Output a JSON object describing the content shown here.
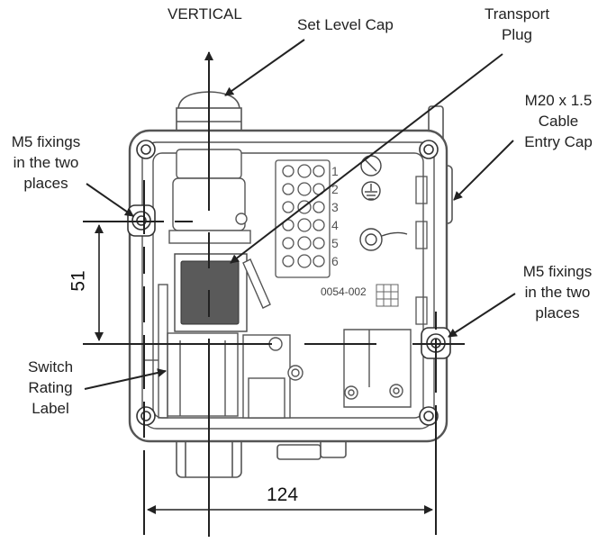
{
  "labels": {
    "vertical": "VERTICAL",
    "set_level_cap": "Set Level Cap",
    "transport_plug": [
      "Transport",
      "Plug"
    ],
    "cable_entry_cap": [
      "M20 x 1.5",
      "Cable",
      "Entry Cap"
    ],
    "m5_fixings_left": [
      "M5 fixings",
      "in the two",
      "places"
    ],
    "m5_fixings_right": [
      "M5 fixings",
      "in the two",
      "places"
    ],
    "switch_rating_label": [
      "Switch",
      "Rating",
      "Label"
    ]
  },
  "dimensions": {
    "height": "51",
    "width": "124"
  },
  "terminal_numbers": [
    "1",
    "2",
    "3",
    "4",
    "5",
    "6"
  ],
  "part_code": "0054-002",
  "colors": {
    "line": "#222222",
    "housing": "#555555",
    "transport_plug_fill": "#5a5a5a",
    "background": "#ffffff"
  }
}
